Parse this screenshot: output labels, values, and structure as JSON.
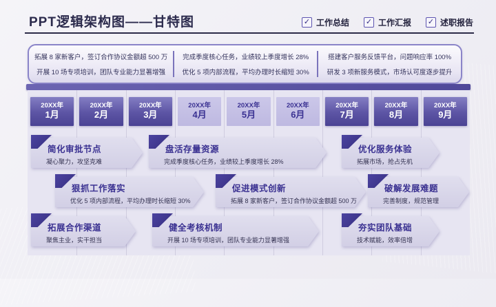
{
  "header": {
    "title": "PPT逻辑架构图——甘特图",
    "check_glyph": "✓",
    "checkboxes": [
      {
        "label": "工作总结"
      },
      {
        "label": "工作汇报"
      },
      {
        "label": "述职报告"
      }
    ]
  },
  "summary_box": {
    "columns": [
      {
        "lines": [
          "拓展 8 家新客户，签订合作协议金额超 500 万",
          "开展 10 场专项培训，团队专业能力显著增强"
        ]
      },
      {
        "lines": [
          "完成季度核心任务，业绩较上季度增长 28%",
          "优化 5 项内部流程，平均办理时长缩短 30%"
        ]
      },
      {
        "lines": [
          "搭建客户服务反馈平台，问题响应率 100%",
          "研发 3 项新服务模式，市场认可度逐步提升"
        ]
      }
    ]
  },
  "timeline": {
    "months": [
      {
        "year": "20XX年",
        "month": "1月",
        "variant": "dark"
      },
      {
        "year": "20XX年",
        "month": "2月",
        "variant": "dark"
      },
      {
        "year": "20XX年",
        "month": "3月",
        "variant": "dark"
      },
      {
        "year": "20XX年",
        "month": "4月",
        "variant": "light"
      },
      {
        "year": "20XX年",
        "month": "5月",
        "variant": "light"
      },
      {
        "year": "20XX年",
        "month": "6月",
        "variant": "light"
      },
      {
        "year": "20XX年",
        "month": "7月",
        "variant": "dark"
      },
      {
        "year": "20XX年",
        "month": "8月",
        "variant": "dark"
      },
      {
        "year": "20XX年",
        "month": "9月",
        "variant": "dark"
      }
    ]
  },
  "tasks": [
    {
      "title": "简化审批节点",
      "desc": "凝心聚力，攻坚克难"
    },
    {
      "title": "盘活存量资源",
      "desc": "完成季度核心任务，业绩较上季度增长 28%"
    },
    {
      "title": "优化服务体验",
      "desc": "拓展市场，抢占先机"
    },
    {
      "title": "狠抓工作落实",
      "desc": "优化 5 项内部流程，平均办理时长缩短 30%"
    },
    {
      "title": "促进模式创新",
      "desc": "拓展 8 家新客户，签订合作协议金额超 500 万"
    },
    {
      "title": "破解发展难题",
      "desc": "完善制度，规范管理"
    },
    {
      "title": "拓展合作渠道",
      "desc": "聚焦主业，实干担当"
    },
    {
      "title": "健全考核机制",
      "desc": "开展 10 场专项培训，团队专业能力显著增强"
    },
    {
      "title": "夯实团队基础",
      "desc": "技术赋能，效率倍增"
    }
  ],
  "colors": {
    "accent_purple": "#3e3690",
    "dark_navy": "#2b2a4c",
    "panel_bg": "#e7e5f2",
    "cell_dark": "#4b4394",
    "cell_light": "#c6c2e6",
    "arrow_bg": "#d6d3e8"
  }
}
